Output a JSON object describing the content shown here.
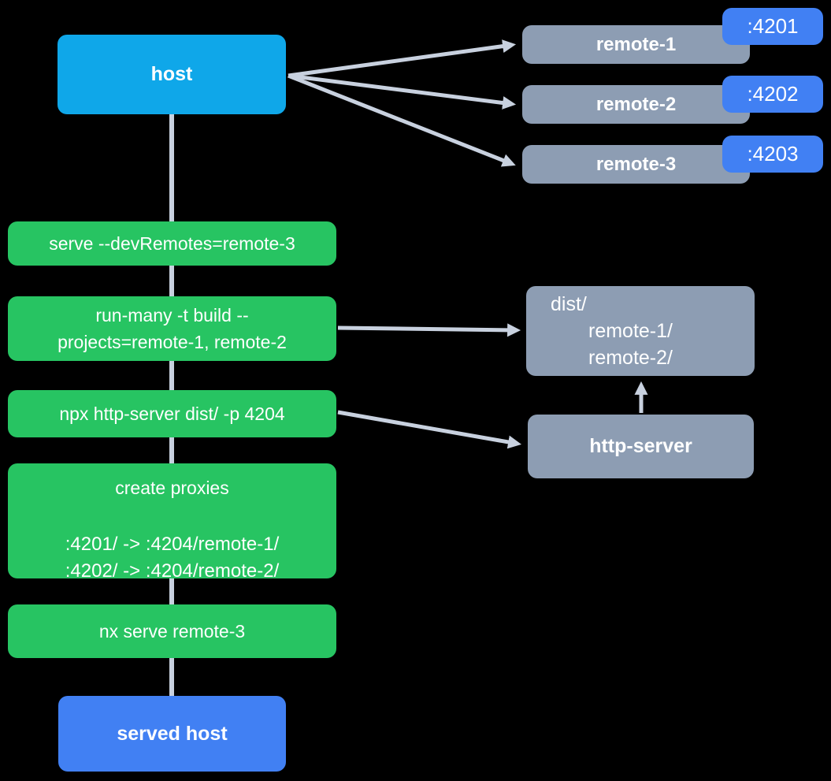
{
  "palette": {
    "background": "#000000",
    "host_cyan": "#0fa7e9",
    "action_green": "#27c462",
    "node_gray": "#8d9db3",
    "port_blue": "#4180f3",
    "arrow_gray": "#c8d1df",
    "text": "#ffffff"
  },
  "nodes": {
    "host": {
      "label": "host"
    },
    "remotes": [
      {
        "label": "remote-1",
        "port": ":4201"
      },
      {
        "label": "remote-2",
        "port": ":4202"
      },
      {
        "label": "remote-3",
        "port": ":4203"
      }
    ],
    "steps": {
      "serve": {
        "label": "serve --devRemotes=remote-3"
      },
      "build": {
        "line1": "run-many -t build --",
        "line2": "projects=remote-1, remote-2"
      },
      "http": {
        "label": "npx http-server dist/ -p 4204"
      },
      "proxies": {
        "title": "create proxies",
        "rule1": ":4201/ -> :4204/remote-1/",
        "rule2": ":4202/ -> :4204/remote-2/"
      },
      "nx_serve": {
        "label": "nx serve remote-3"
      }
    },
    "dist": {
      "line1": "dist/",
      "line2": "remote-1/",
      "line3": "remote-2/"
    },
    "http_server": {
      "label": "http-server"
    },
    "served_host": {
      "label": "served host"
    }
  },
  "edges": [
    {
      "from": "host",
      "to": "remote-1"
    },
    {
      "from": "host",
      "to": "remote-2"
    },
    {
      "from": "host",
      "to": "remote-3"
    },
    {
      "from": "host",
      "to": "served host",
      "via": "command steps"
    },
    {
      "from": "run-many -t build",
      "to": "dist/"
    },
    {
      "from": "npx http-server",
      "to": "http-server"
    },
    {
      "from": "http-server",
      "to": "dist/"
    }
  ]
}
